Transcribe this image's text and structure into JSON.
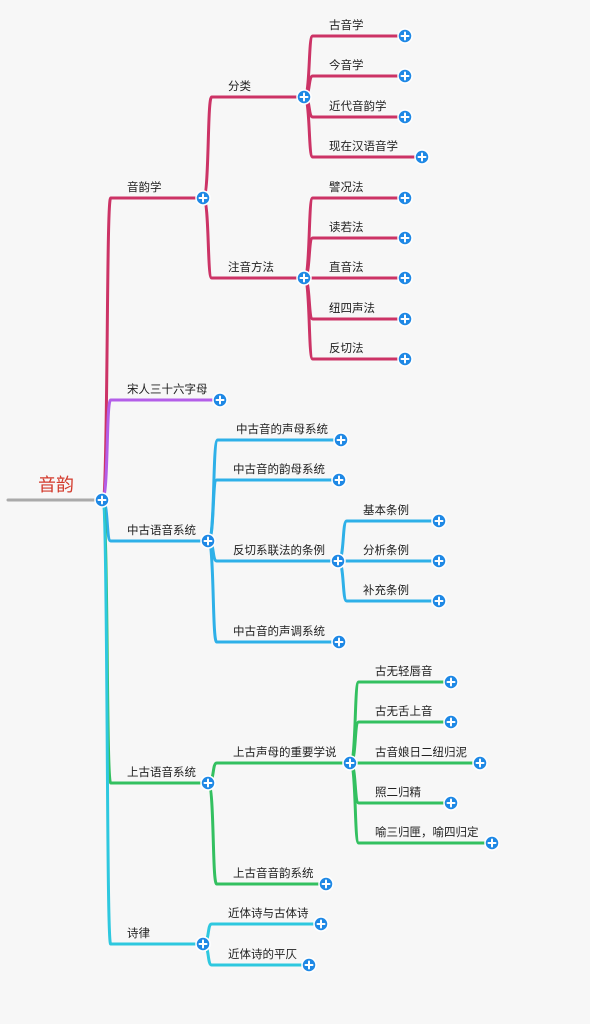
{
  "root": {
    "label": "音韵"
  },
  "colors": {
    "root_line": "#aaaaaa",
    "root_text": "#d33a2c",
    "button": "#1e88e5",
    "branch_yinyun": "#cc3366",
    "branch_songren": "#b35ee8",
    "branch_zhonggu": "#2eb0e8",
    "branch_shanggu": "#33c060",
    "branch_shilv": "#2ec8df"
  },
  "branches": [
    {
      "id": "yinyunxue",
      "label": "音韵学",
      "color_key": "branch_yinyun",
      "children": [
        {
          "id": "fenlei",
          "label": "分类",
          "children": [
            {
              "id": "guyinxue",
              "label": "古音学"
            },
            {
              "id": "jinyinxue",
              "label": "今音学"
            },
            {
              "id": "jindaiyinyunxue",
              "label": "近代音韵学"
            },
            {
              "id": "xianzaihanyuyinxue",
              "label": "现在汉语音学"
            }
          ]
        },
        {
          "id": "zhuyinfangfa",
          "label": "注音方法",
          "children": [
            {
              "id": "pikuangfa",
              "label": "譬况法"
            },
            {
              "id": "duruofa",
              "label": "读若法"
            },
            {
              "id": "zhiyinfa",
              "label": "直音法"
            },
            {
              "id": "niusishengfa",
              "label": "纽四声法"
            },
            {
              "id": "fanqiefa",
              "label": "反切法"
            }
          ]
        }
      ]
    },
    {
      "id": "songren",
      "label": "宋人三十六字母",
      "color_key": "branch_songren",
      "children": []
    },
    {
      "id": "zhonggu",
      "label": "中古语音系统",
      "color_key": "branch_zhonggu",
      "children": [
        {
          "id": "zg-shengmu",
          "label": "中古音的声母系统"
        },
        {
          "id": "zg-yunmu",
          "label": "中古音的韵母系统"
        },
        {
          "id": "zg-fanqie",
          "label": "反切系联法的条例",
          "children": [
            {
              "id": "jibentiaoli",
              "label": "基本条例"
            },
            {
              "id": "fenxitiaoli",
              "label": "分析条例"
            },
            {
              "id": "buchongtiaoli",
              "label": "补充条例"
            }
          ]
        },
        {
          "id": "zg-shengdiao",
          "label": "中古音的声调系统"
        }
      ]
    },
    {
      "id": "shanggu",
      "label": "上古语音系统",
      "color_key": "branch_shanggu",
      "children": [
        {
          "id": "sg-shengmu",
          "label": "上古声母的重要学说",
          "children": [
            {
              "id": "qingchun",
              "label": "古无轻唇音"
            },
            {
              "id": "sheshang",
              "label": "古无舌上音"
            },
            {
              "id": "niangri",
              "label": "古音娘日二纽归泥"
            },
            {
              "id": "zhaoer",
              "label": "照二归精"
            },
            {
              "id": "yusan",
              "label": "喻三归匣，喻四归定"
            }
          ]
        },
        {
          "id": "sg-yinyun",
          "label": "上古音音韵系统"
        }
      ]
    },
    {
      "id": "shilv",
      "label": "诗律",
      "color_key": "branch_shilv",
      "children": [
        {
          "id": "jintishi-guti",
          "label": "近体诗与古体诗"
        },
        {
          "id": "jintishi-pingze",
          "label": "近体诗的平仄"
        }
      ]
    }
  ]
}
